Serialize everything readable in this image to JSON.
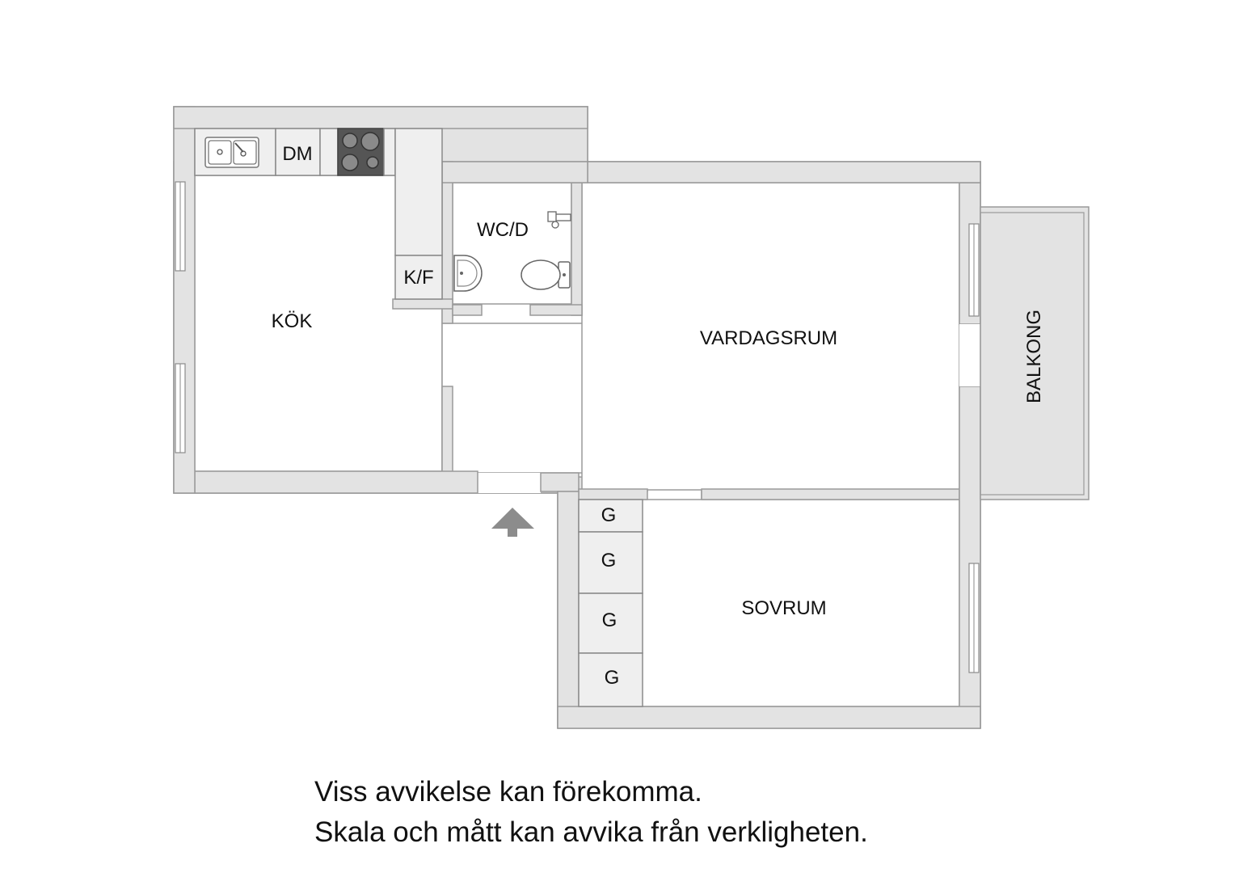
{
  "rooms": {
    "kitchen": "KÖK",
    "wc": "WC/D",
    "living": "VARDAGSRUM",
    "balcony": "BALKONG",
    "bedroom": "SOVRUM"
  },
  "fixtures": {
    "dishwasher": "DM",
    "fridge_freezer": "K/F",
    "wardrobe": [
      "G",
      "G",
      "G",
      "G"
    ]
  },
  "icons": [
    "sink-icon",
    "stove-icon",
    "washbasin-icon",
    "toilet-icon",
    "shower-icon",
    "entrance-arrow-icon"
  ],
  "colors": {
    "wall": "#e3e3e3",
    "outline": "#9a9a9a",
    "stove": "#555555",
    "arrow": "#8c8c8c"
  },
  "disclaimer": {
    "line1": "Viss avvikelse kan förekomma.",
    "line2": "Skala och mått kan avvika från verkligheten."
  }
}
